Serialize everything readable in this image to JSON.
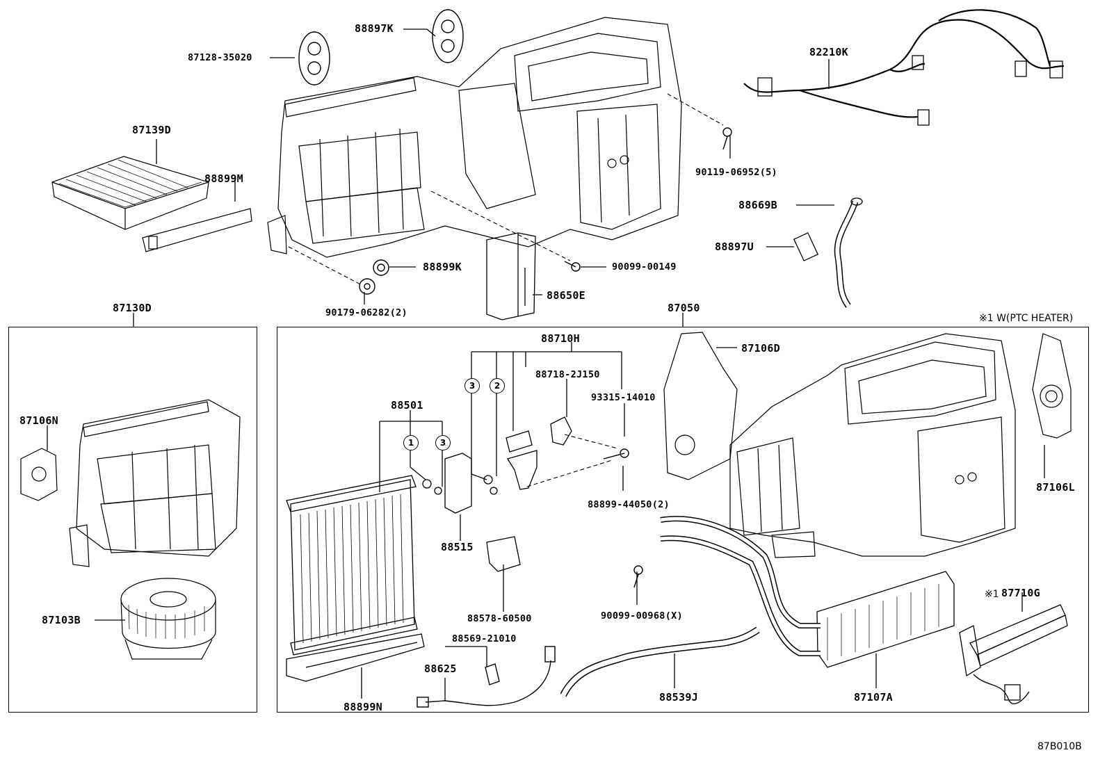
{
  "labels": {
    "p88897K": "88897K",
    "p87128": "87128-35020",
    "p87139D": "87139D",
    "p88899M": "88899M",
    "p82210K": "82210K",
    "p90119": "90119-06952(5)",
    "p88669B": "88669B",
    "p88897U": "88897U",
    "p88899K": "88899K",
    "p90099_149": "90099-00149",
    "p88650E": "88650E",
    "p90179": "90179-06282(2)",
    "p87130D": "87130D",
    "p87050": "87050",
    "p87106N": "87106N",
    "p87103B": "87103B",
    "p88710H": "88710H",
    "p88718": "88718-2J150",
    "p93315": "93315-14010",
    "p88501": "88501",
    "p88899_44050": "88899-44050(2)",
    "p88515": "88515",
    "p88578": "88578-60500",
    "p88569": "88569-21010",
    "p88625": "88625",
    "p88899N": "88899N",
    "p87106D": "87106D",
    "p87106L": "87106L",
    "p90099_968": "90099-00968(X)",
    "p87710G": "87710G",
    "p88539J": "88539J",
    "p87107A": "87107A"
  },
  "circles": {
    "c3a": "3",
    "c2": "2",
    "c1": "1",
    "c3b": "3"
  },
  "notes": {
    "ptc_heater": "※1 W(PTC HEATER)",
    "ref_mark": "※1",
    "diagram_code": "87B010B"
  }
}
